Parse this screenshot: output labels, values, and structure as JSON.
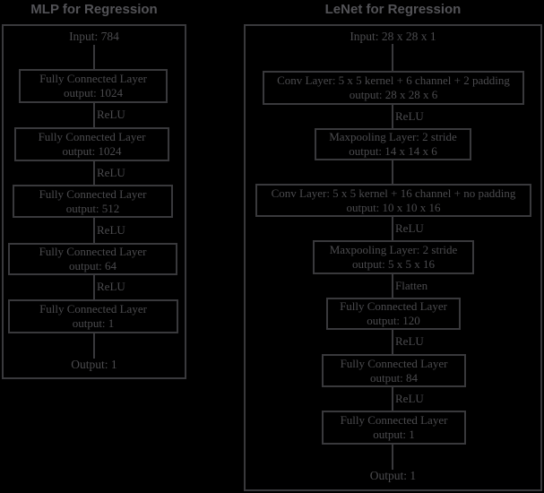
{
  "colors": {
    "bg": "#000000",
    "stroke": "#39393c",
    "ink": "#4b4b4e",
    "title": "#535357"
  },
  "mlp": {
    "title": "MLP for Regression",
    "input": "Input: 784",
    "output": "Output: 1",
    "layers": [
      {
        "line1": "Fully Connected Layer",
        "line2": "output: 1024"
      },
      {
        "line1": "Fully Connected Layer",
        "line2": "output: 1024"
      },
      {
        "line1": "Fully Connected Layer",
        "line2": "output: 512"
      },
      {
        "line1": "Fully Connected Layer",
        "line2": "output: 64"
      },
      {
        "line1": "Fully Connected Layer",
        "line2": "output: 1"
      }
    ],
    "edges": [
      "ReLU",
      "ReLU",
      "ReLU",
      "ReLU"
    ]
  },
  "lenet": {
    "title": "LeNet for Regression",
    "input": "Input: 28 x 28 x 1",
    "output": "Output: 1",
    "layers": [
      {
        "line1": "Conv Layer: 5 x 5 kernel + 6 channel + 2 padding",
        "line2": "output: 28 x 28 x 6"
      },
      {
        "line1": "Maxpooling Layer: 2 stride",
        "line2": "output: 14 x 14 x 6"
      },
      {
        "line1": "Conv Layer: 5 x 5 kernel + 16 channel + no padding",
        "line2": "output: 10 x 10 x 16"
      },
      {
        "line1": "Maxpooling Layer: 2 stride",
        "line2": "output: 5 x 5 x 16"
      },
      {
        "line1": "Fully Connected Layer",
        "line2": "output: 120"
      },
      {
        "line1": "Fully Connected Layer",
        "line2": "output: 84"
      },
      {
        "line1": "Fully Connected Layer",
        "line2": "output: 1"
      }
    ],
    "edges": [
      "ReLU",
      "ReLU",
      "Flatten",
      "ReLU",
      "ReLU"
    ]
  }
}
